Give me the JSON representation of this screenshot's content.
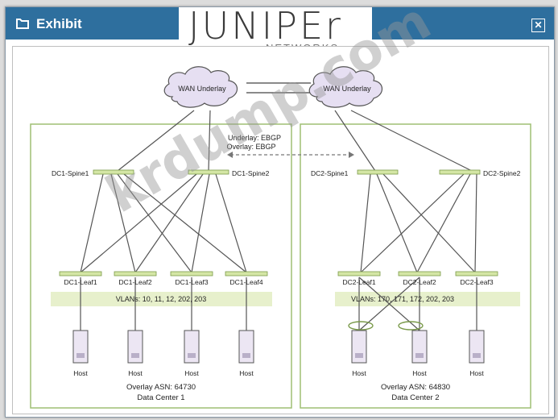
{
  "window": {
    "title": "Exhibit",
    "close_label": "✕"
  },
  "logo": {
    "wordmark": "JUNIPEr",
    "sub": "NETWORKS"
  },
  "wan": {
    "left": "WAN Underlay",
    "right": "WAN Underlay"
  },
  "link_labels": {
    "underlay": "Underlay: EBGP",
    "overlay": "Overlay: EBGP"
  },
  "dc1": {
    "spines": [
      "DC1-Spine1",
      "DC1-Spine2"
    ],
    "leaves": [
      "DC1-Leaf1",
      "DC1-Leaf2",
      "DC1-Leaf3",
      "DC1-Leaf4"
    ],
    "vlans": "VLANs: 10, 11, 12, 202, 203",
    "hosts": [
      "Host",
      "Host",
      "Host",
      "Host"
    ],
    "asn": "Overlay ASN: 64730",
    "name": "Data Center 1"
  },
  "dc2": {
    "spines": [
      "DC2-Spine1",
      "DC2-Spine2"
    ],
    "leaves": [
      "DC2-Leaf1",
      "DC2-Leaf2",
      "DC2-Leaf3"
    ],
    "vlans": "VLANs: 170, 171, 172, 202, 203",
    "hosts": [
      "Host",
      "Host",
      "Host"
    ],
    "asn": "Overlay ASN: 64830",
    "name": "Data Center 2"
  },
  "watermark": "krdump.com",
  "colors": {
    "titlebar": "#2e6f9e",
    "switch": "#d4e6a5",
    "dc_border": "#9fbf74",
    "vlan_band": "#e7f0cc",
    "cloud": "#e6dff2",
    "host": "#ece6f3"
  }
}
